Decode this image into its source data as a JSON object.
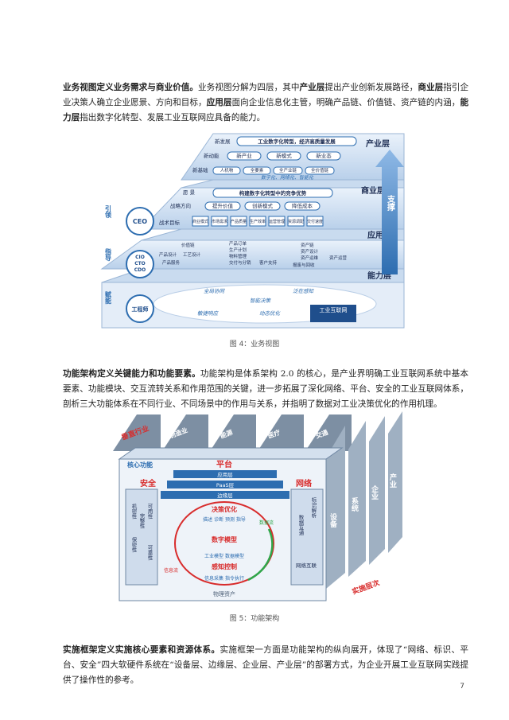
{
  "para1": {
    "lead": "业务视图定义业务需求与商业价值。",
    "t1": "业务视图分解为四层，其中",
    "k1": "产业层",
    "t2": "提出产业创新发展路径，",
    "k2": "商业层",
    "t3": "指引企业决策人确立企业愿景、方向和目标，",
    "k3": "应用层",
    "t4": "面向企业信息化主管，明确产品链、价值链、资产链的内涵，",
    "k4": "能力层",
    "t5": "指出数字化转型、发展工业互联网应具备的能力。"
  },
  "fig4": {
    "caption": "图 4：业务视图",
    "layers": {
      "industry": "产业层",
      "business": "商业层",
      "application": "应用层",
      "capability": "能力层"
    },
    "support": "支撑",
    "side": {
      "guide": "引领",
      "direct": "指导",
      "empower": "赋能"
    },
    "roles": {
      "ceo": "CEO",
      "cio": "CIO",
      "cto": "CTO",
      "cdo": "CDO",
      "engineer": "工程师"
    },
    "industry": {
      "new_dev": "新发展",
      "new_dev_text": "工业数字化转型，经济高质量发展",
      "new_engine": "新动能",
      "engine_items": [
        "新产业",
        "新模式",
        "新业态"
      ],
      "new_base": "新基础",
      "base_items": [
        "人机物",
        "全要素",
        "全产业链",
        "全价值链"
      ],
      "tagline": "数字化、网络化、智能化"
    },
    "business": {
      "vision": "愿  景",
      "vision_text": "构建数字化转型中的竞争优势",
      "strategy": "战略方向",
      "strategy_items": [
        "提升价值",
        "创新模式",
        "降低成本"
      ],
      "tactic": "战术目标",
      "tactic_items": [
        "商业模式",
        "市场需求",
        "产品质量",
        "生产效率",
        "运营管理",
        "资源调配",
        "交付速度"
      ]
    },
    "application": {
      "items_a": [
        "价值链",
        "产品设计",
        "工艺设计",
        "产品服务"
      ],
      "items_b": [
        "产品订单",
        "生产计划",
        "物料管理",
        "交付与分销",
        "客户支持"
      ],
      "items_c": [
        "资产链",
        "资产设计",
        "资产运维",
        "资产运营",
        "报废与回收"
      ]
    },
    "capability": {
      "items": [
        "全局协同",
        "智能决策",
        "泛在感知",
        "敏捷响应",
        "动态优化"
      ],
      "cloud_label": "工业互联网"
    }
  },
  "para2": {
    "lead": "功能架构定义关键能力和功能要素。",
    "text": "功能架构是体系架构 2.0 的核心，是产业界明确工业互联网系统中基本要素、功能模块、交互流转关系和作用范围的关键，进一步拓展了深化网络、平台、安全的工业互联网体系，剖析三大功能体系在不同行业、不同场景中的作用与关系，并指明了数据对工业决策优化的作用机理。"
  },
  "fig5": {
    "caption": "图 5：功能架构",
    "vertical_industry": "垂直行业",
    "industries": [
      "制造业",
      "能源",
      "医疗",
      "交通"
    ],
    "core": "核心功能",
    "platform": "平台",
    "platform_layers": [
      "应用层",
      "PaaS层",
      "边缘层"
    ],
    "security": "安全",
    "security_items": [
      "机密性",
      "完整性",
      "可用性",
      "保密性",
      "可靠性"
    ],
    "network": "网络",
    "network_items": [
      "标识解析",
      "数据互通",
      "网络互联"
    ],
    "loop": {
      "decision": "决策优化",
      "decision_sub": "描述 诊断 预测 指导",
      "feedback": "信息流",
      "feedback2": "数据流",
      "model": "数字模型",
      "model_sub": "工业模型 数据模型",
      "sense": "感知控制",
      "sense_sub": "信息采集 指令执行"
    },
    "physical": "物理资产",
    "levels": [
      "设备",
      "系统",
      "企业",
      "产业"
    ],
    "impl_levels": "实施层次"
  },
  "para3": {
    "lead": "实施框架定义实施核心要素和资源体系。",
    "text": "实施框架一方面是功能架构的纵向展开，体现了“网络、标识、平台、安全”四大软硬件系统在“设备层、边缘层、企业层、产业层”的部署方式，为企业开展工业互联网实践提供了操作性的参考。"
  },
  "page_number": "7",
  "colors": {
    "blue": "#2d6db0",
    "navy": "#1f4e8c",
    "red": "#d82c2c",
    "light": "#dfe9f5"
  }
}
